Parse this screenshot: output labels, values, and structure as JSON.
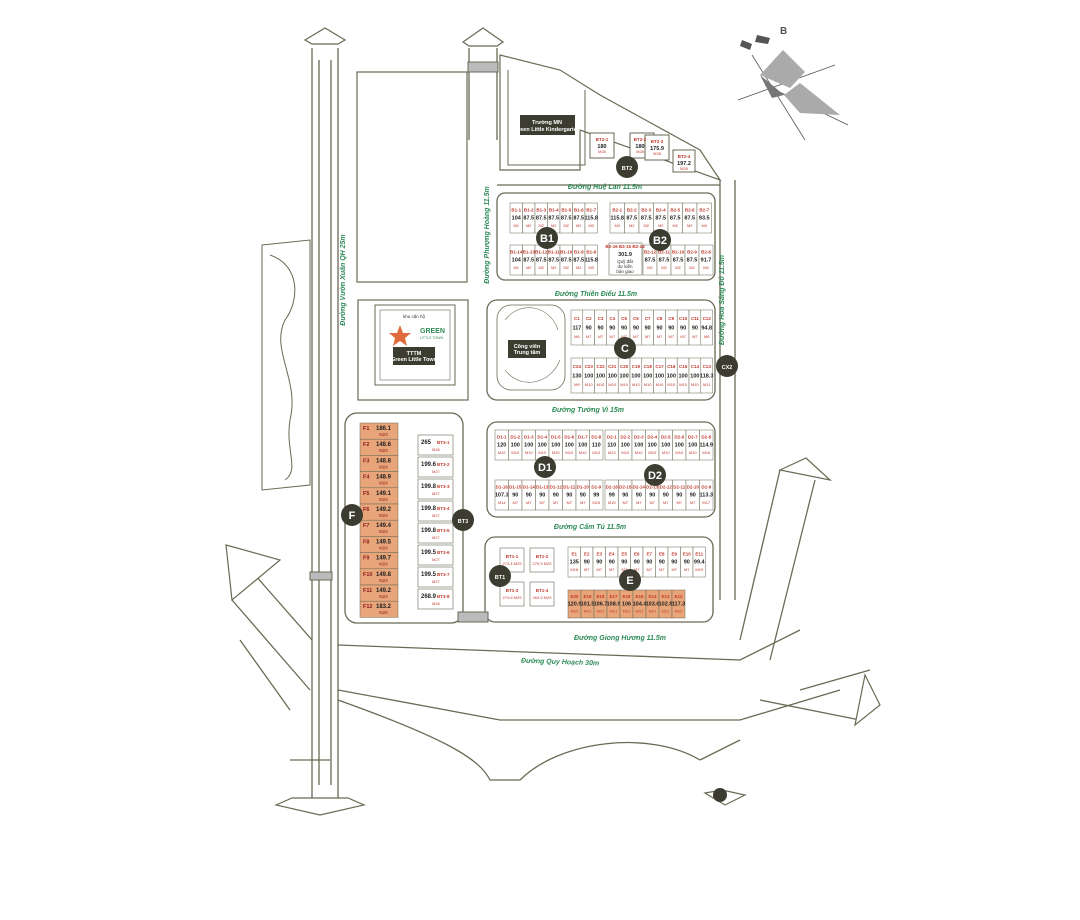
{
  "compass": {
    "letter": "B"
  },
  "roads": [
    {
      "id": "hue-lan",
      "label": "Đường Huệ Lan 11.5m"
    },
    {
      "id": "thien-dieu",
      "label": "Đường Thiên Điểu 11.5m"
    },
    {
      "id": "tuong-vi",
      "label": "Đường Tường Vi 15m"
    },
    {
      "id": "cam-tu",
      "label": "Đường Cẩm Tú 11.5m"
    },
    {
      "id": "giong-huong",
      "label": "Đường Giong Hương 11.5m"
    },
    {
      "id": "quy-hoach",
      "label": "Đường Quy Hoạch 30m"
    },
    {
      "id": "phuong-hoang",
      "label": "Đường Phượng Hoàng 11.5m"
    },
    {
      "id": "hoa-sang-do",
      "label": "Đường Hoa Sáng Đỏ 11.5m"
    },
    {
      "id": "vuon-xuan",
      "label": "Đường Vườn Xuân QH 25m"
    }
  ],
  "blocks": {
    "BT2": "BT2",
    "B1": "B1",
    "B2": "B2",
    "C": "C",
    "CX2": "CX2",
    "D1": "D1",
    "D2": "D2",
    "F": "F",
    "BT3": "BT3",
    "BT1": "BT1",
    "E": "E"
  },
  "landmarks": {
    "kindergarten": {
      "line1": "Trường MN",
      "line2": "Green Little Kindergarten"
    },
    "park": {
      "line1": "Công viên",
      "line2": "Trung tâm"
    },
    "logo_caption": "khu căn hộ",
    "logo_name": "GREEN",
    "logo_sub": "LITTLE TOWN",
    "tttm": "TTTM",
    "tttm_sub": "Green Little Town"
  },
  "bt2_lots": [
    {
      "code": "BT2-1",
      "area": "180",
      "type": "M28"
    },
    {
      "code": "BT2-2",
      "area": "180",
      "type": "M28"
    },
    {
      "code": "BT2-3",
      "area": "175.9",
      "type": "M28"
    },
    {
      "code": "BT2-4",
      "area": "197.2",
      "type": "M28"
    }
  ],
  "b1_top": [
    {
      "code": "B1-1",
      "area": "104",
      "type": "M1"
    },
    {
      "code": "B1-2",
      "area": "87.5",
      "type": "M2"
    },
    {
      "code": "B1-3",
      "area": "87.5",
      "type": "M2"
    },
    {
      "code": "B1-4",
      "area": "87.5",
      "type": "M2"
    },
    {
      "code": "B1-5",
      "area": "87.5",
      "type": "M2"
    },
    {
      "code": "B1-6",
      "area": "87.5",
      "type": "M2"
    },
    {
      "code": "B1-7",
      "area": "115.8",
      "type": "M3"
    }
  ],
  "b1_bottom": [
    {
      "code": "B1-14",
      "area": "104",
      "type": "M1"
    },
    {
      "code": "B1-13",
      "area": "87.5",
      "type": "M2"
    },
    {
      "code": "B1-12",
      "area": "87.5",
      "type": "M2"
    },
    {
      "code": "B1-11",
      "area": "87.5",
      "type": "M2"
    },
    {
      "code": "B1-10",
      "area": "87.5",
      "type": "M2"
    },
    {
      "code": "B1-9",
      "area": "87.5",
      "type": "M2"
    },
    {
      "code": "B1-8",
      "area": "115.8",
      "type": "M3"
    }
  ],
  "b2_top": [
    {
      "code": "B2-1",
      "area": "115.8",
      "type": "M3"
    },
    {
      "code": "B2-2",
      "area": "87.5",
      "type": "M2"
    },
    {
      "code": "B2-3",
      "area": "87.5",
      "type": "M2"
    },
    {
      "code": "B2-4",
      "area": "87.5",
      "type": "M2"
    },
    {
      "code": "B2-5",
      "area": "87.5",
      "type": "M2"
    },
    {
      "code": "B2-6",
      "area": "87.5",
      "type": "M2"
    },
    {
      "code": "B2-7",
      "area": "93.5",
      "type": "M4"
    }
  ],
  "b2_bottom": [
    {
      "code": "B2-12",
      "area": "87.5",
      "type": "M2"
    },
    {
      "code": "B2-11",
      "area": "87.5",
      "type": "M2"
    },
    {
      "code": "B2-10",
      "area": "87.5",
      "type": "M2"
    },
    {
      "code": "B2-9",
      "area": "87.5",
      "type": "M2"
    },
    {
      "code": "B2-8",
      "area": "91.7",
      "type": "M4"
    }
  ],
  "b2_special": {
    "codes": "B2-16 B2-15 B2-14",
    "area": "301.9",
    "note1": "Quỹ đất",
    "note2": "dự kiến",
    "note3": "bàn giao"
  },
  "c_top": [
    {
      "code": "C1",
      "area": "117",
      "type": "M6"
    },
    {
      "code": "C2",
      "area": "90",
      "type": "M7"
    },
    {
      "code": "C3",
      "area": "90",
      "type": "M7"
    },
    {
      "code": "C4",
      "area": "90",
      "type": "M7"
    },
    {
      "code": "C5",
      "area": "90",
      "type": "M7"
    },
    {
      "code": "C6",
      "area": "90",
      "type": "M7"
    },
    {
      "code": "C7",
      "area": "90",
      "type": "M7"
    },
    {
      "code": "C8",
      "area": "90",
      "type": "M7"
    },
    {
      "code": "C9",
      "area": "90",
      "type": "M7"
    },
    {
      "code": "C10",
      "area": "90",
      "type": "M7"
    },
    {
      "code": "C11",
      "area": "90",
      "type": "M7"
    },
    {
      "code": "C12",
      "area": "94.8",
      "type": "M8"
    }
  ],
  "c_bottom": [
    {
      "code": "C24",
      "area": "130",
      "type": "M9"
    },
    {
      "code": "C23",
      "area": "100",
      "type": "M10"
    },
    {
      "code": "C22",
      "area": "100",
      "type": "M10"
    },
    {
      "code": "C21",
      "area": "100",
      "type": "M10"
    },
    {
      "code": "C20",
      "area": "100",
      "type": "M10"
    },
    {
      "code": "C19",
      "area": "100",
      "type": "M10"
    },
    {
      "code": "C18",
      "area": "100",
      "type": "M10"
    },
    {
      "code": "C17",
      "area": "100",
      "type": "M10"
    },
    {
      "code": "C16",
      "area": "100",
      "type": "M10"
    },
    {
      "code": "C15",
      "area": "100",
      "type": "M10"
    },
    {
      "code": "C14",
      "area": "100",
      "type": "M10"
    },
    {
      "code": "C13",
      "area": "118.3",
      "type": "M11"
    }
  ],
  "d1_top": [
    {
      "code": "D1-1",
      "area": "120",
      "type": "M12"
    },
    {
      "code": "D1-2",
      "area": "100",
      "type": "M10"
    },
    {
      "code": "D1-3",
      "area": "100",
      "type": "M10"
    },
    {
      "code": "D1-4",
      "area": "100",
      "type": "M10"
    },
    {
      "code": "D1-5",
      "area": "100",
      "type": "M10"
    },
    {
      "code": "D1-6",
      "area": "100",
      "type": "M10"
    },
    {
      "code": "D1-7",
      "area": "100",
      "type": "M10"
    },
    {
      "code": "D1-8",
      "area": "110",
      "type": "M13"
    }
  ],
  "d1_bottom": [
    {
      "code": "D1-16",
      "area": "107.3",
      "type": "M14"
    },
    {
      "code": "D1-15",
      "area": "90",
      "type": "M7"
    },
    {
      "code": "D1-14",
      "area": "90",
      "type": "M7"
    },
    {
      "code": "D1-13",
      "area": "90",
      "type": "M7"
    },
    {
      "code": "D1-12",
      "area": "90",
      "type": "M7"
    },
    {
      "code": "D1-11",
      "area": "90",
      "type": "M7"
    },
    {
      "code": "D1-10",
      "area": "90",
      "type": "M7"
    },
    {
      "code": "D1-9",
      "area": "99",
      "type": "M15"
    }
  ],
  "d2_top": [
    {
      "code": "D2-1",
      "area": "110",
      "type": "M13"
    },
    {
      "code": "D2-2",
      "area": "100",
      "type": "M10"
    },
    {
      "code": "D2-3",
      "area": "100",
      "type": "M10"
    },
    {
      "code": "D2-4",
      "area": "100",
      "type": "M10"
    },
    {
      "code": "D2-5",
      "area": "100",
      "type": "M10"
    },
    {
      "code": "D2-6",
      "area": "100",
      "type": "M10"
    },
    {
      "code": "D2-7",
      "area": "100",
      "type": "M10"
    },
    {
      "code": "D2-8",
      "area": "114.9",
      "type": "M16"
    }
  ],
  "d2_bottom": [
    {
      "code": "D2-16",
      "area": "99",
      "type": "M15"
    },
    {
      "code": "D2-15",
      "area": "90",
      "type": "M7"
    },
    {
      "code": "D2-14",
      "area": "90",
      "type": "M7"
    },
    {
      "code": "D2-13",
      "area": "90",
      "type": "M7"
    },
    {
      "code": "D2-12",
      "area": "90",
      "type": "M7"
    },
    {
      "code": "D2-11",
      "area": "90",
      "type": "M7"
    },
    {
      "code": "D2-10",
      "area": "90",
      "type": "M7"
    },
    {
      "code": "D2-9",
      "area": "113.3",
      "type": "M17"
    }
  ],
  "e_top": [
    {
      "code": "E1",
      "area": "135",
      "type": "M18"
    },
    {
      "code": "E2",
      "area": "90",
      "type": "M7"
    },
    {
      "code": "E3",
      "area": "90",
      "type": "M7"
    },
    {
      "code": "E4",
      "area": "90",
      "type": "M7"
    },
    {
      "code": "E5",
      "area": "90",
      "type": "M7"
    },
    {
      "code": "E6",
      "area": "90",
      "type": "M7"
    },
    {
      "code": "E7",
      "area": "90",
      "type": "M7"
    },
    {
      "code": "E8",
      "area": "90",
      "type": "M7"
    },
    {
      "code": "E9",
      "area": "90",
      "type": "M7"
    },
    {
      "code": "E10",
      "area": "90",
      "type": "M7"
    },
    {
      "code": "E11",
      "area": "99.4",
      "type": "M19"
    }
  ],
  "e_bottom": [
    {
      "code": "E20",
      "area": "120.9",
      "type": "M20"
    },
    {
      "code": "E19",
      "area": "101.5",
      "type": "M21"
    },
    {
      "code": "E18",
      "area": "106.7",
      "type": "M21"
    },
    {
      "code": "E17",
      "area": "108.9",
      "type": "M21"
    },
    {
      "code": "E16",
      "area": "106",
      "type": "M21"
    },
    {
      "code": "E15",
      "area": "104.4",
      "type": "M21"
    },
    {
      "code": "E14",
      "area": "103.6",
      "type": "M21"
    },
    {
      "code": "E13",
      "area": "102.8",
      "type": "M21"
    },
    {
      "code": "E12",
      "area": "117.3",
      "type": "M22"
    }
  ],
  "f_lots": [
    {
      "code": "F1",
      "area": "186.1",
      "type": "M23"
    },
    {
      "code": "F2",
      "area": "148.6",
      "type": "M24"
    },
    {
      "code": "F3",
      "area": "148.8",
      "type": "M24"
    },
    {
      "code": "F4",
      "area": "148.9",
      "type": "M24"
    },
    {
      "code": "F5",
      "area": "149.1",
      "type": "M24"
    },
    {
      "code": "F6",
      "area": "149.2",
      "type": "M24"
    },
    {
      "code": "F7",
      "area": "149.4",
      "type": "M24"
    },
    {
      "code": "F8",
      "area": "149.5",
      "type": "M24"
    },
    {
      "code": "F9",
      "area": "149.7",
      "type": "M24"
    },
    {
      "code": "F10",
      "area": "149.8",
      "type": "M24"
    },
    {
      "code": "F11",
      "area": "149.2",
      "type": "M24"
    },
    {
      "code": "F12",
      "area": "183.2",
      "type": "M25"
    }
  ],
  "bt3_lots": [
    {
      "code": "BT3-1",
      "area": "265",
      "type": "M26"
    },
    {
      "code": "BT3-2",
      "area": "199.6",
      "type": "M27"
    },
    {
      "code": "BT3-3",
      "area": "199.8",
      "type": "M27"
    },
    {
      "code": "BT3-4",
      "area": "199.8",
      "type": "M27"
    },
    {
      "code": "BT3-5",
      "area": "199.8",
      "type": "M27"
    },
    {
      "code": "BT3-6",
      "area": "199.5",
      "type": "M27"
    },
    {
      "code": "BT3-7",
      "area": "199.5",
      "type": "M27"
    },
    {
      "code": "BT3-8",
      "area": "268.9",
      "type": "M26"
    }
  ],
  "bt1_lots": [
    {
      "code": "BT1-1",
      "area": "274.4 M29"
    },
    {
      "code": "BT1-2",
      "area": "279.5 M29"
    },
    {
      "code": "BT1-3",
      "area": "274.6 M29"
    },
    {
      "code": "BT1-4",
      "area": "263.9 M29"
    }
  ]
}
